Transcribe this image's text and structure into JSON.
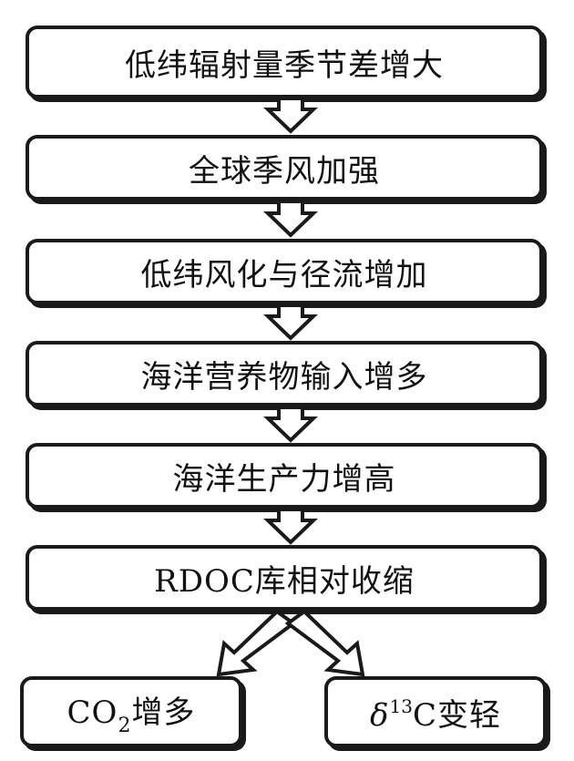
{
  "steps": [
    {
      "label": "低纬辐射量季节差增大"
    },
    {
      "label": "全球季风加强"
    },
    {
      "label": "低纬风化与径流增加"
    },
    {
      "label": "海洋营养物输入增多"
    },
    {
      "label": "海洋生产力增高"
    },
    {
      "label": "RDOC库相对收缩"
    }
  ],
  "outcomes": {
    "left": {
      "prefix": "CO",
      "subscript": "2",
      "suffix": "增多"
    },
    "right": {
      "symbol": "δ",
      "superscript": "13",
      "suffix": "C变轻"
    }
  },
  "colors": {
    "stroke": "#1a1a1a",
    "fill": "#ffffff",
    "text": "#111111"
  }
}
